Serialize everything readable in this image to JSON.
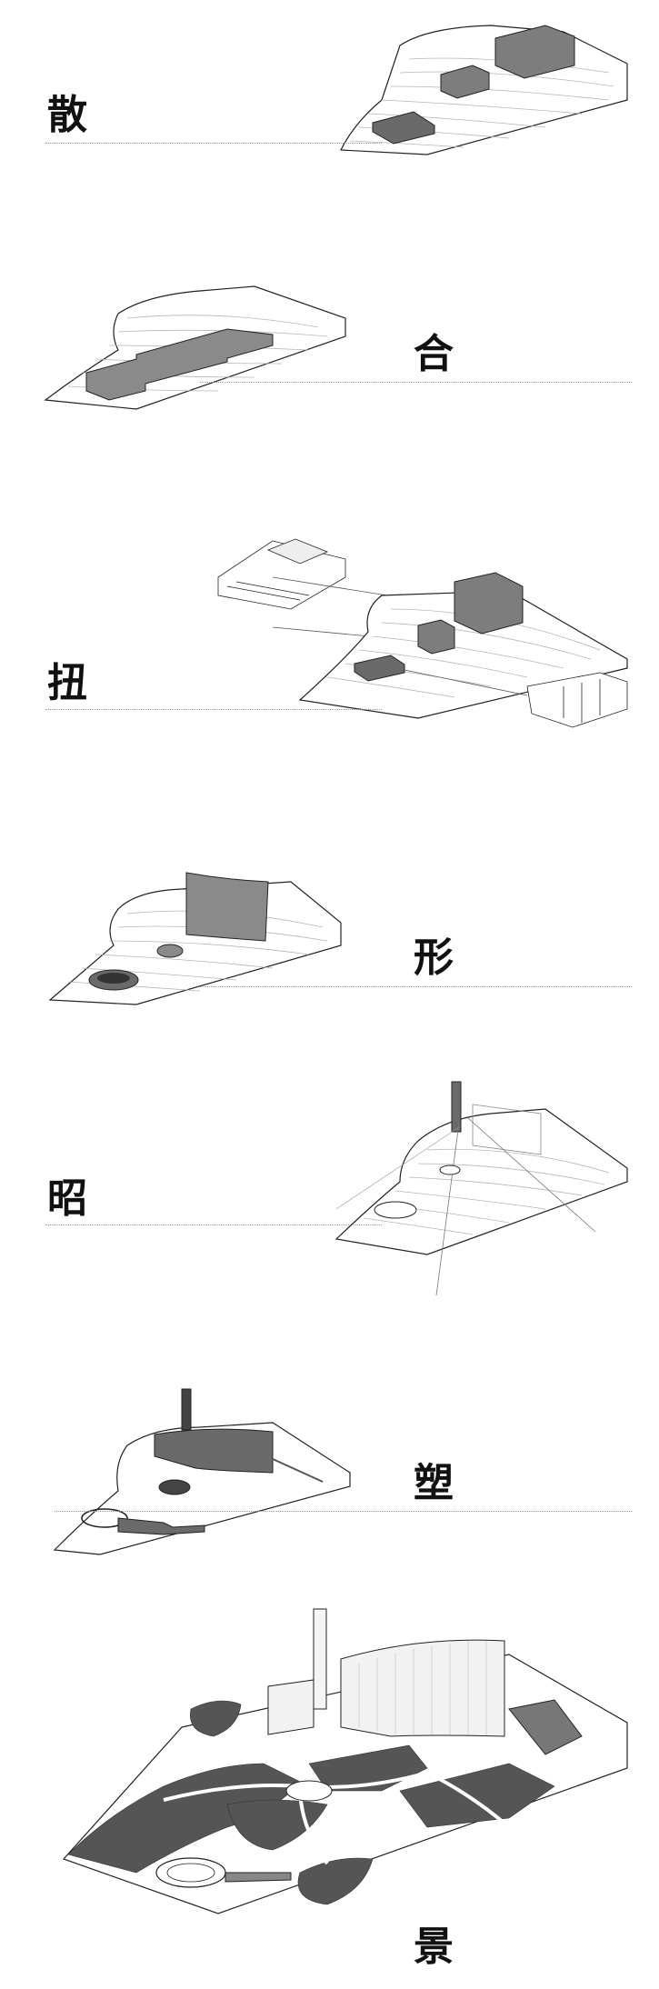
{
  "steps": [
    {
      "label": "散"
    },
    {
      "label": "合"
    },
    {
      "label": "扭"
    },
    {
      "label": "形"
    },
    {
      "label": "昭"
    },
    {
      "label": "塑"
    },
    {
      "label": "景"
    }
  ],
  "colors": {
    "mass": "#7d7d7d",
    "mass_dark": "#555555",
    "outline": "#222222",
    "contour": "#b5b5b5",
    "label": "#111111"
  }
}
